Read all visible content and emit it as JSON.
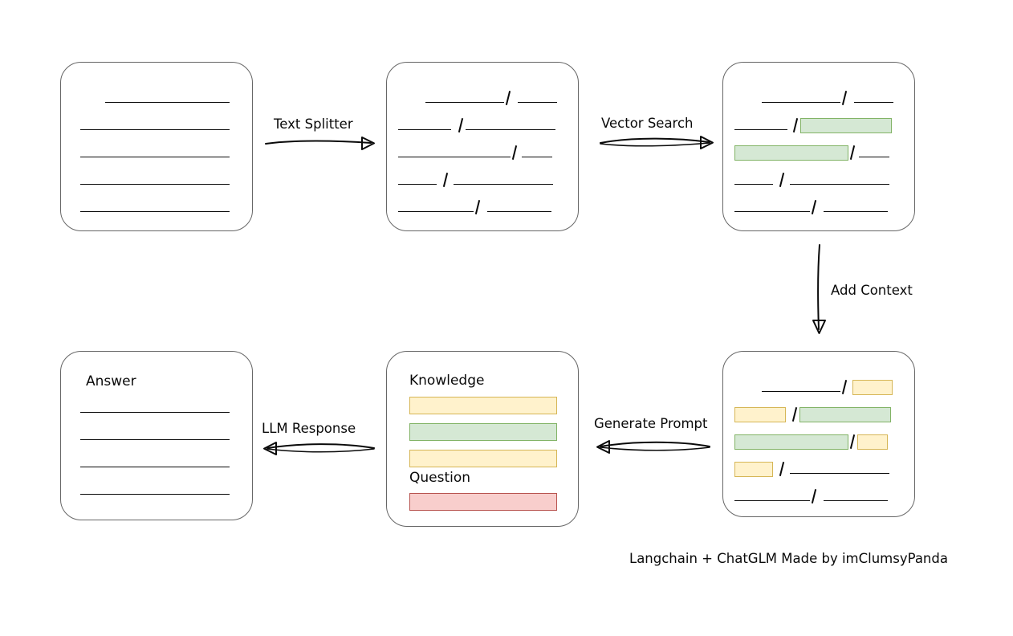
{
  "diagram": {
    "caption": "Langchain + ChatGLM Made by imClumsyPanda",
    "colors": {
      "green_fill": "#d5e8d4",
      "green_stroke": "#82b366",
      "yellow_fill": "#fff2cc",
      "yellow_stroke": "#d6b656",
      "red_fill": "#f8cecc",
      "red_stroke": "#b85450",
      "box_stroke": "#666666",
      "ink": "#0a0a0a"
    },
    "edges": [
      {
        "id": "text-splitter",
        "label": "Text Splitter",
        "from": "source-document",
        "to": "split-chunks",
        "direction": "right"
      },
      {
        "id": "vector-search",
        "label": "Vector Search",
        "from": "split-chunks",
        "to": "retrieved-chunks",
        "direction": "right"
      },
      {
        "id": "add-context",
        "label": "Add Context",
        "from": "retrieved-chunks",
        "to": "context-chunks",
        "direction": "down"
      },
      {
        "id": "generate-prompt",
        "label": "Generate Prompt",
        "from": "context-chunks",
        "to": "prompt",
        "direction": "left"
      },
      {
        "id": "llm-response",
        "label": "LLM Response",
        "from": "prompt",
        "to": "answer",
        "direction": "left"
      }
    ],
    "cards": {
      "source_document": {
        "id": "source-document",
        "heading": null,
        "rows": [
          {
            "segments": [
              {
                "type": "indent",
                "w": 55
              },
              {
                "type": "rule",
                "w": 155
              }
            ]
          },
          {
            "segments": [
              {
                "type": "indent",
                "w": 24
              },
              {
                "type": "rule",
                "w": 186
              }
            ]
          },
          {
            "segments": [
              {
                "type": "indent",
                "w": 24
              },
              {
                "type": "rule",
                "w": 186
              }
            ]
          },
          {
            "segments": [
              {
                "type": "indent",
                "w": 24
              },
              {
                "type": "rule",
                "w": 186
              }
            ]
          },
          {
            "segments": [
              {
                "type": "indent",
                "w": 24
              },
              {
                "type": "rule",
                "w": 186
              }
            ]
          }
        ]
      },
      "split_chunks": {
        "id": "split-chunks",
        "heading": null,
        "rows": [
          {
            "segments": [
              {
                "type": "indent",
                "w": 48
              },
              {
                "type": "rule",
                "w": 98
              },
              {
                "type": "slash"
              },
              {
                "type": "gap",
                "w": 6
              },
              {
                "type": "rule",
                "w": 49
              }
            ]
          },
          {
            "segments": [
              {
                "type": "indent",
                "w": 14
              },
              {
                "type": "rule",
                "w": 66
              },
              {
                "type": "gap",
                "w": 7
              },
              {
                "type": "slash"
              },
              {
                "type": "rule",
                "w": 112
              }
            ]
          },
          {
            "segments": [
              {
                "type": "indent",
                "w": 14
              },
              {
                "type": "rule",
                "w": 140
              },
              {
                "type": "slash"
              },
              {
                "type": "gap",
                "w": 3
              },
              {
                "type": "rule",
                "w": 38
              }
            ]
          },
          {
            "segments": [
              {
                "type": "indent",
                "w": 14
              },
              {
                "type": "rule",
                "w": 48
              },
              {
                "type": "gap",
                "w": 6
              },
              {
                "type": "slash"
              },
              {
                "type": "gap",
                "w": 4
              },
              {
                "type": "rule",
                "w": 124
              }
            ]
          },
          {
            "segments": [
              {
                "type": "indent",
                "w": 14
              },
              {
                "type": "rule",
                "w": 94
              },
              {
                "type": "slash"
              },
              {
                "type": "gap",
                "w": 6
              },
              {
                "type": "rule",
                "w": 80
              }
            ]
          }
        ]
      },
      "retrieved_chunks": {
        "id": "retrieved-chunks",
        "heading": null,
        "rows": [
          {
            "segments": [
              {
                "type": "indent",
                "w": 48
              },
              {
                "type": "rule",
                "w": 98
              },
              {
                "type": "slash"
              },
              {
                "type": "gap",
                "w": 6
              },
              {
                "type": "rule",
                "w": 49
              }
            ]
          },
          {
            "segments": [
              {
                "type": "indent",
                "w": 14
              },
              {
                "type": "rule",
                "w": 66
              },
              {
                "type": "gap",
                "w": 5
              },
              {
                "type": "slash"
              },
              {
                "type": "pill",
                "color": "green",
                "w": 114
              }
            ]
          },
          {
            "segments": [
              {
                "type": "indent",
                "w": 14
              },
              {
                "type": "pill",
                "color": "green",
                "w": 142
              },
              {
                "type": "slash"
              },
              {
                "type": "gap",
                "w": 2
              },
              {
                "type": "rule",
                "w": 38
              }
            ]
          },
          {
            "segments": [
              {
                "type": "indent",
                "w": 14
              },
              {
                "type": "rule",
                "w": 48
              },
              {
                "type": "gap",
                "w": 6
              },
              {
                "type": "slash"
              },
              {
                "type": "gap",
                "w": 4
              },
              {
                "type": "rule",
                "w": 124
              }
            ]
          },
          {
            "segments": [
              {
                "type": "indent",
                "w": 14
              },
              {
                "type": "rule",
                "w": 94
              },
              {
                "type": "slash"
              },
              {
                "type": "gap",
                "w": 6
              },
              {
                "type": "rule",
                "w": 80
              }
            ]
          }
        ]
      },
      "context_chunks": {
        "id": "context-chunks",
        "heading": null,
        "rows": [
          {
            "segments": [
              {
                "type": "indent",
                "w": 48
              },
              {
                "type": "rule",
                "w": 98
              },
              {
                "type": "slash"
              },
              {
                "type": "gap",
                "w": 4
              },
              {
                "type": "pill",
                "color": "yellow",
                "w": 50
              }
            ]
          },
          {
            "segments": [
              {
                "type": "indent",
                "w": 14
              },
              {
                "type": "pill",
                "color": "yellow",
                "w": 64
              },
              {
                "type": "gap",
                "w": 6
              },
              {
                "type": "slash"
              },
              {
                "type": "pill",
                "color": "green",
                "w": 114
              }
            ]
          },
          {
            "segments": [
              {
                "type": "indent",
                "w": 14
              },
              {
                "type": "pill",
                "color": "green",
                "w": 142
              },
              {
                "type": "slash"
              },
              {
                "type": "pill",
                "color": "yellow",
                "w": 38
              }
            ]
          },
          {
            "segments": [
              {
                "type": "indent",
                "w": 14
              },
              {
                "type": "pill",
                "color": "yellow",
                "w": 48
              },
              {
                "type": "gap",
                "w": 6
              },
              {
                "type": "slash"
              },
              {
                "type": "gap",
                "w": 4
              },
              {
                "type": "rule",
                "w": 124
              }
            ]
          },
          {
            "segments": [
              {
                "type": "indent",
                "w": 14
              },
              {
                "type": "rule",
                "w": 94
              },
              {
                "type": "slash"
              },
              {
                "type": "gap",
                "w": 6
              },
              {
                "type": "rule",
                "w": 80
              }
            ]
          }
        ]
      },
      "answer": {
        "id": "answer",
        "heading": "Answer",
        "rows": [
          {
            "segments": [
              {
                "type": "indent",
                "w": 24
              },
              {
                "type": "rule",
                "w": 186
              }
            ]
          },
          {
            "segments": [
              {
                "type": "indent",
                "w": 24
              },
              {
                "type": "rule",
                "w": 186
              }
            ]
          },
          {
            "segments": [
              {
                "type": "indent",
                "w": 24
              },
              {
                "type": "rule",
                "w": 186
              }
            ]
          },
          {
            "segments": [
              {
                "type": "indent",
                "w": 24
              },
              {
                "type": "rule",
                "w": 186
              }
            ]
          }
        ]
      },
      "prompt": {
        "id": "prompt",
        "heading_knowledge": "Knowledge",
        "heading_question": "Question",
        "knowledge_bars": [
          {
            "color": "yellow"
          },
          {
            "color": "green"
          },
          {
            "color": "yellow"
          }
        ],
        "question_bars": [
          {
            "color": "red"
          }
        ]
      }
    }
  }
}
